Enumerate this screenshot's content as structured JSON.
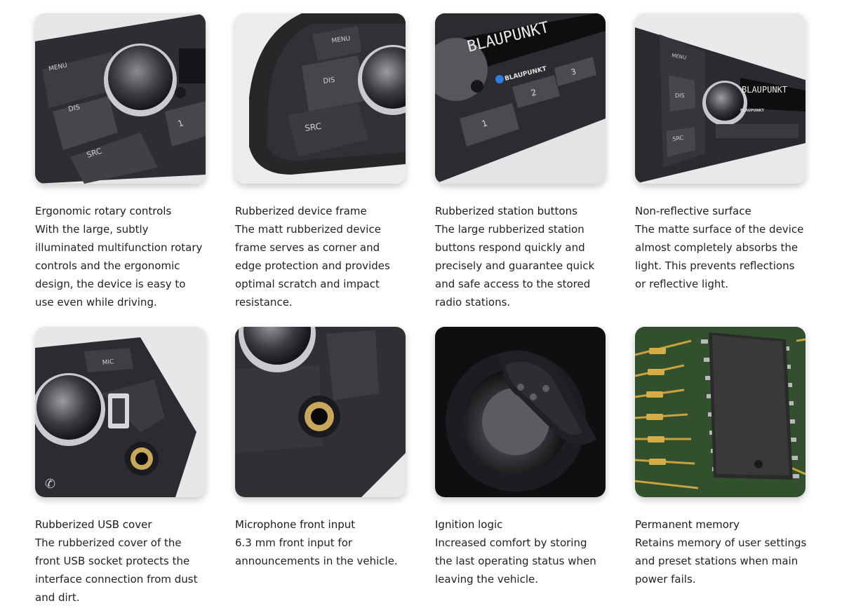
{
  "features": [
    {
      "title": "Ergonomic rotary controls",
      "desc": "With the large, subtly illuminated multifunction rotary controls and the ergonomic design, the device is easy to use even while driving.",
      "labels": [
        "MENU",
        "DIS",
        "SRC",
        "1"
      ]
    },
    {
      "title": "Rubberized device frame",
      "desc": "The matt rubberized device frame serves as corner and edge protection and provides optimal scratch and impact resistance.",
      "labels": [
        "MENU",
        "DIS",
        "SRC"
      ]
    },
    {
      "title": "Rubberized station buttons",
      "desc": "The large rubberized station buttons respond quickly and precisely and guarantee quick and safe access to the stored radio stations.",
      "labels": [
        "BLAUPUNKT",
        "BLAUPUNKT",
        "1",
        "2",
        "3"
      ]
    },
    {
      "title": "Non-reflective surface",
      "desc": "The matte surface of the device almost completely absorbs the light. This prevents reflections or reflective light.",
      "labels": [
        "MENU",
        "DIS",
        "SRC",
        "BLAUPUNKT",
        "BLAUPUNKT"
      ]
    },
    {
      "title": "Rubberized USB cover",
      "desc": "The rubberized cover of the front USB socket protects the interface connection from dust and dirt.",
      "labels": [
        "MIC"
      ]
    },
    {
      "title": "Microphone front input",
      "desc": "6.3 mm front input for announcements in the vehicle.",
      "labels": []
    },
    {
      "title": "Ignition logic",
      "desc": "Increased comfort by storing the last operating status when leaving the vehicle.",
      "labels": []
    },
    {
      "title": "Permanent memory",
      "desc": "Retains memory of user settings and preset stations when main power fails.",
      "labels": []
    }
  ]
}
